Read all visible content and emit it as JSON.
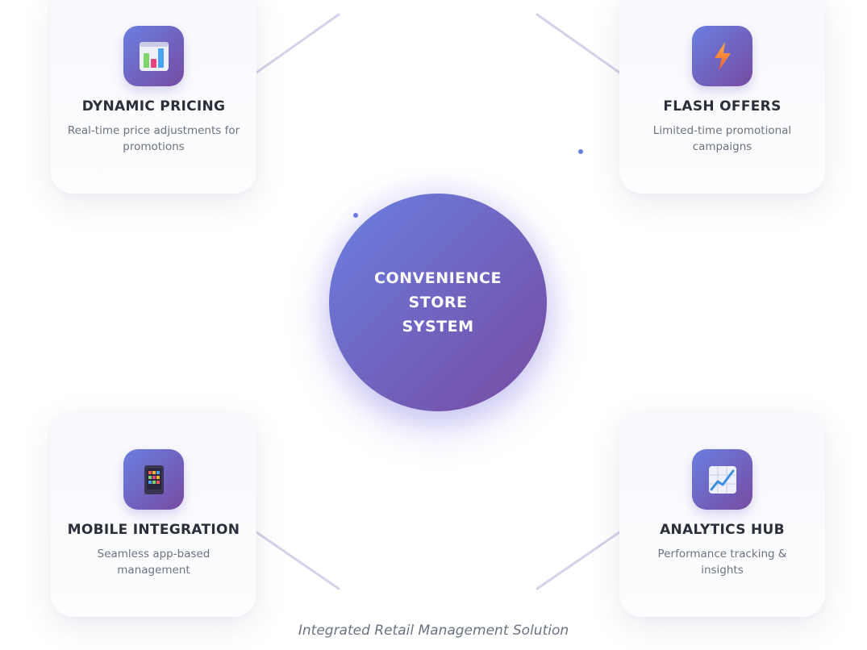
{
  "hub": {
    "lines": [
      "CONVENIENCE",
      "STORE",
      "SYSTEM"
    ]
  },
  "cards": [
    {
      "title": "DYNAMIC PRICING",
      "desc": "Real-time price adjustments for promotions",
      "icon": "bar-chart-icon"
    },
    {
      "title": "FLASH OFFERS",
      "desc": "Limited-time promotional campaigns",
      "icon": "lightning-icon"
    },
    {
      "title": "MOBILE INTEGRATION",
      "desc": "Seamless app-based management",
      "icon": "mobile-app-icon"
    },
    {
      "title": "ANALYTICS HUB",
      "desc": "Performance tracking & insights",
      "icon": "trend-chart-icon"
    }
  ],
  "caption": "Integrated Retail Management Solution",
  "colors": {
    "gradient_start": "#6a7fe0",
    "gradient_end": "#764ba2",
    "connector": "#d4d2ea",
    "title_text": "#2a2f3a",
    "desc_text": "#6b7280"
  }
}
